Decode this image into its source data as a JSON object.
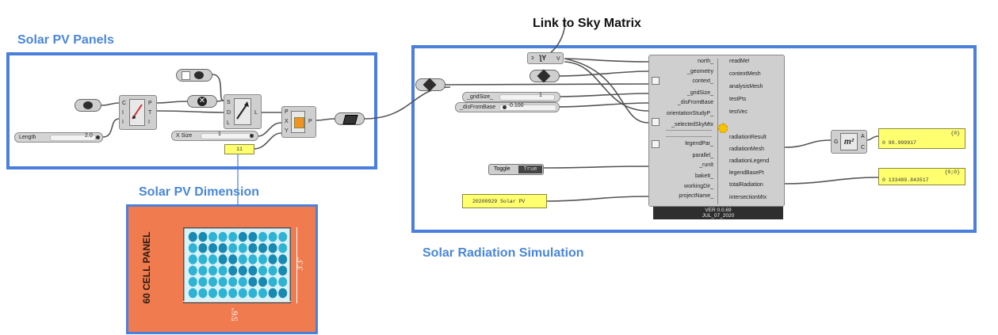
{
  "titles": {
    "solar_pv_panels": "Solar PV Panels",
    "solar_pv_dimension": "Solar PV Dimension",
    "link_to_sky_matrix": "Link to Sky Matrix",
    "solar_radiation_simulation": "Solar Radiation Simulation"
  },
  "pv_group": {
    "length_slider": {
      "label": "Length",
      "value": "2.0"
    },
    "xsize_slider": {
      "label": "X Size",
      "value": "1"
    },
    "count_panel": {
      "value": "11"
    },
    "rect_comp": {
      "inputs": [
        "C",
        "I",
        "I"
      ],
      "outputs": [
        "P",
        "T",
        "I"
      ]
    },
    "move_comp": {
      "inputs": [
        "S",
        "D",
        "L"
      ],
      "outputs": [
        "L"
      ]
    },
    "array_comp": {
      "inputs": [
        "P",
        "X",
        "Y"
      ],
      "outputs": [
        "P"
      ]
    }
  },
  "radiation_group": {
    "sky_param": {
      "label": "V"
    },
    "grid_size_slider": {
      "label": "_gridSize_",
      "value": "1"
    },
    "dist_slider": {
      "label": "_disFromBase",
      "value": "0.100"
    },
    "toggle": {
      "label": "Toggle",
      "value": "True"
    },
    "project_name_panel": {
      "value": "20200929 Solar PV"
    },
    "main_inputs": [
      "north_",
      "_geometry",
      "context_",
      "_gridSize_",
      "_disFromBase",
      "orientationStudyP_",
      "_selectedSkyMtx",
      "legendPar_",
      "parallel_",
      "_runIt",
      "bakeIt_",
      "workingDir_",
      "projectName_"
    ],
    "main_outputs": [
      "readMe!",
      "contextMesh",
      "analysisMesh",
      "testPts",
      "testVec",
      "radiationResult",
      "radiationMesh",
      "radiationLegend",
      "legendBasePt",
      "totalRadiation",
      "intersectionMtx"
    ],
    "version": "VER 0.0.69",
    "version_date": "JUL_07_2020",
    "area_comp": {
      "inputs": [
        "G"
      ],
      "outputs": [
        "A",
        "C"
      ],
      "symbol": "m²"
    },
    "area_panel": {
      "header": "{0}",
      "value": "0 90.999917"
    },
    "total_panel": {
      "header": "{0;0}",
      "value": "0 133489.843517"
    }
  },
  "pv_image": {
    "side_label": "60 CELL PANEL",
    "height_label": "3'3\"",
    "width_label": "5'6\""
  },
  "colors": {
    "frame": "#4a7fdc",
    "title": "#4a86d8",
    "panel_yellow": "#ffff70",
    "pv_background": "#ef7b4f",
    "pv_cell": "#2fb3d5"
  }
}
